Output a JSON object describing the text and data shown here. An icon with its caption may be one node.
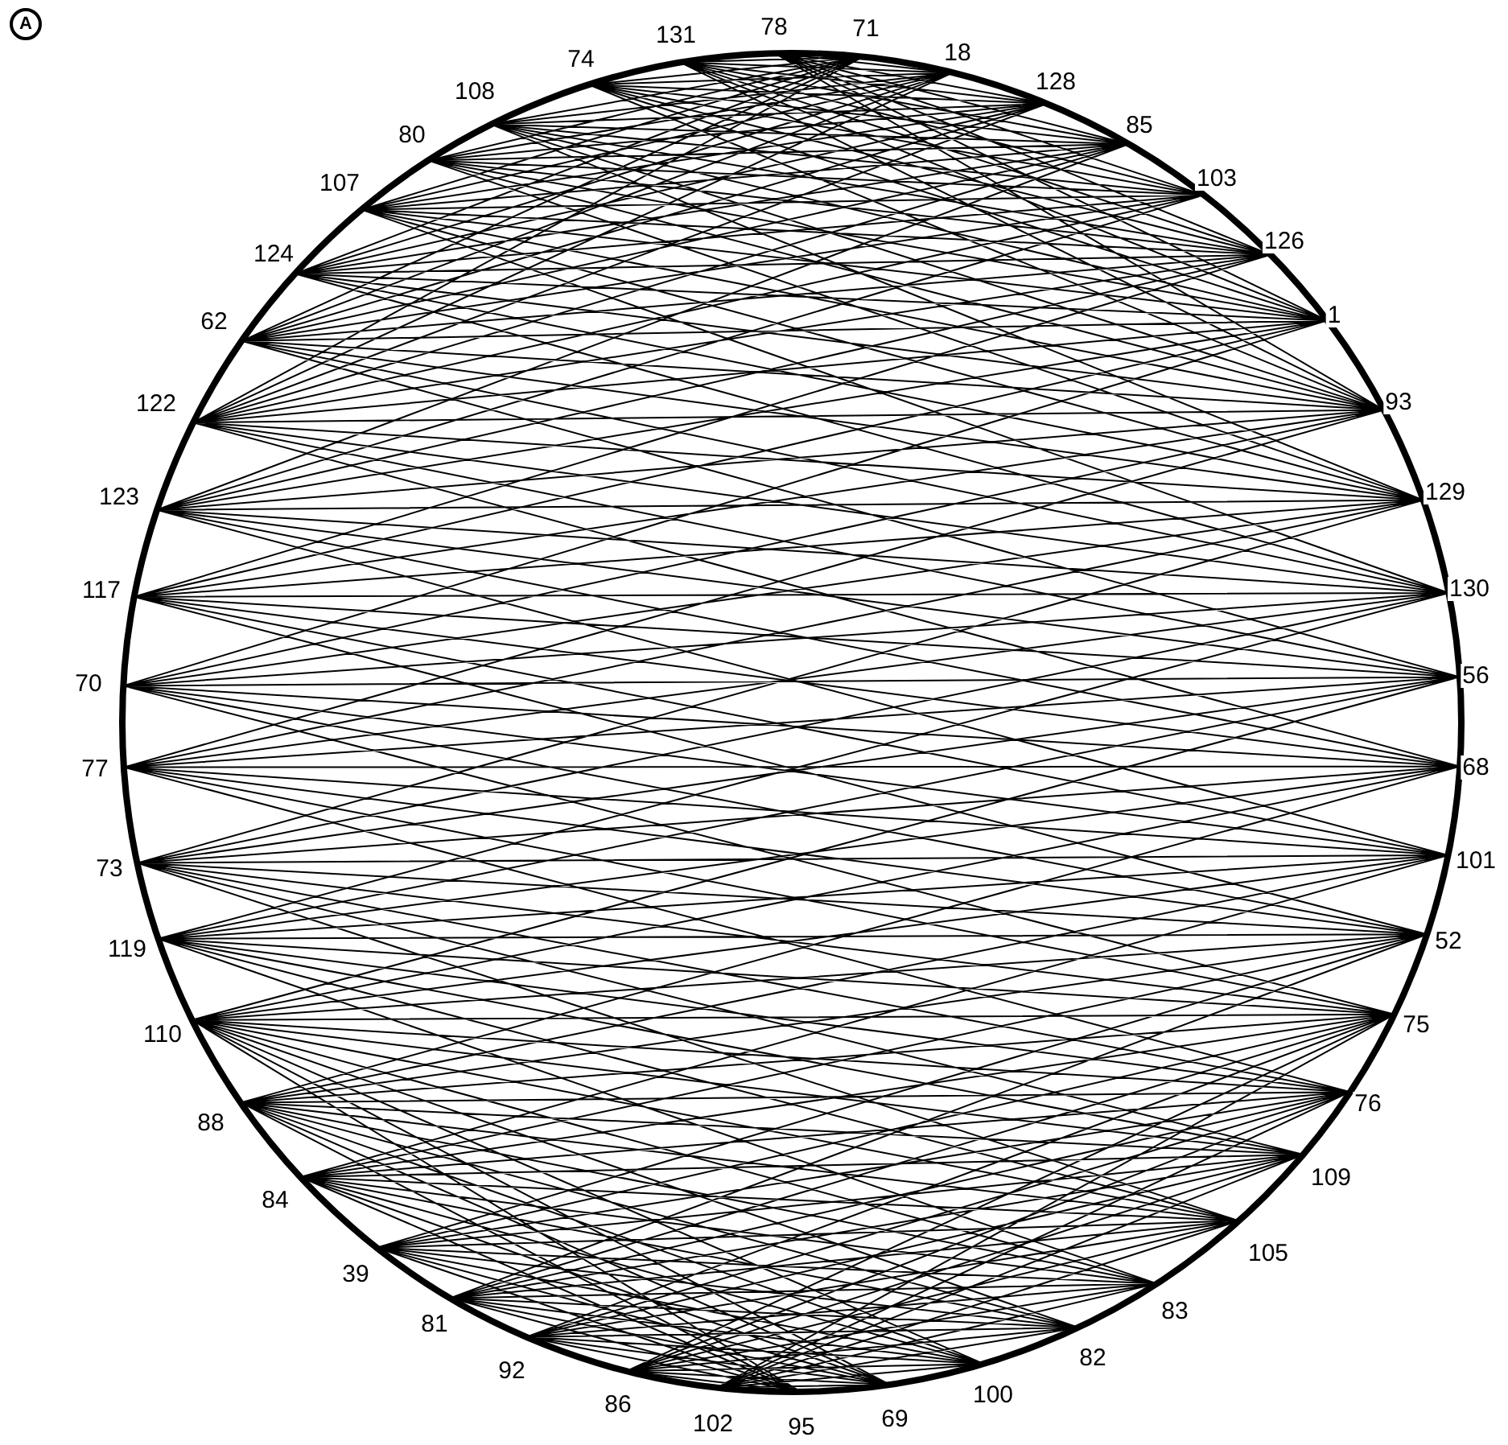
{
  "diagram": {
    "labels": [
      "A",
      "78",
      "71",
      "131",
      "18",
      "74",
      "128",
      "108",
      "85",
      "80",
      "103",
      "107",
      "126",
      "124",
      "1",
      "62",
      "122",
      "93",
      "129",
      "123",
      "117",
      "130",
      "56",
      "70",
      "68",
      "77",
      "101",
      "73",
      "52",
      "119",
      "75",
      "110",
      "76",
      "88",
      "109",
      "84",
      "105",
      "39",
      "83",
      "81",
      "82",
      "92",
      "100",
      "86",
      "69",
      "102",
      "95"
    ]
  }
}
